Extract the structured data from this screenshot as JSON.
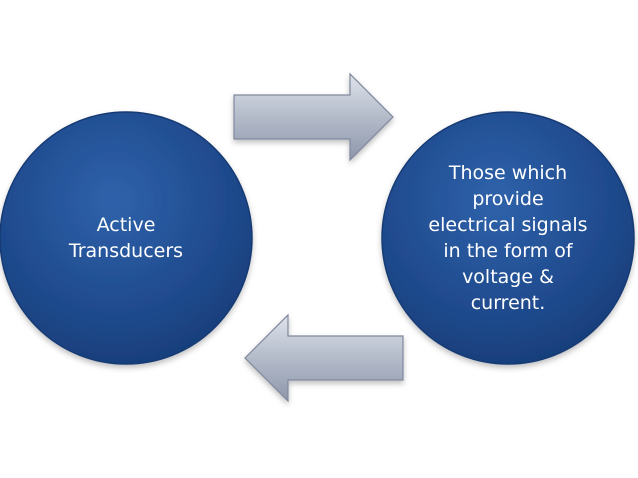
{
  "diagram": {
    "left_circle": {
      "lines": [
        "Active",
        "Transducers"
      ]
    },
    "right_circle": {
      "lines": [
        "Those which",
        "provide",
        "electrical signals",
        "in the form of",
        "voltage &",
        "current."
      ]
    },
    "arrows": [
      {
        "direction": "right"
      },
      {
        "direction": "left"
      }
    ]
  },
  "colors": {
    "circle_fill": "#1f4a8d",
    "circle_fill_highlight": "#2f62ab",
    "circle_edge": "#163a73",
    "arrow_fill_light": "#d6dbe4",
    "arrow_fill_dark": "#8e97ab",
    "arrow_edge": "#7f889c",
    "background": "#ffffff"
  }
}
